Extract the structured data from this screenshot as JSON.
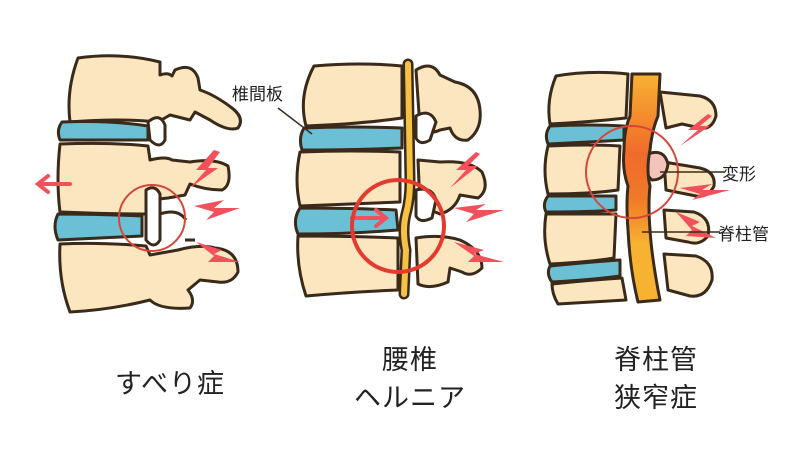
{
  "diagram": {
    "colors": {
      "bone": "#fbe6c0",
      "outline": "#3a2a1a",
      "disc": "#6cc0d6",
      "nerve": "#f7c142",
      "nerve_stenosis": "#f06a2a",
      "pain": "#f2505a",
      "circle": "#e53a2f",
      "deformed": "#f2c4bc"
    },
    "panels": [
      {
        "id": "spondylolisthesis",
        "caption_lines": [
          "すべり症"
        ]
      },
      {
        "id": "lumbar-disc-herniation",
        "caption_lines": [
          "腰椎",
          "ヘルニア"
        ],
        "annotations": [
          {
            "text": "椎間板",
            "target": "intervertebral-disc"
          }
        ]
      },
      {
        "id": "spinal-canal-stenosis",
        "caption_lines": [
          "脊柱管",
          "狭窄症"
        ],
        "annotations": [
          {
            "text": "変形",
            "target": "deformed-facet"
          },
          {
            "text": "脊柱管",
            "target": "spinal-canal"
          }
        ]
      }
    ]
  }
}
